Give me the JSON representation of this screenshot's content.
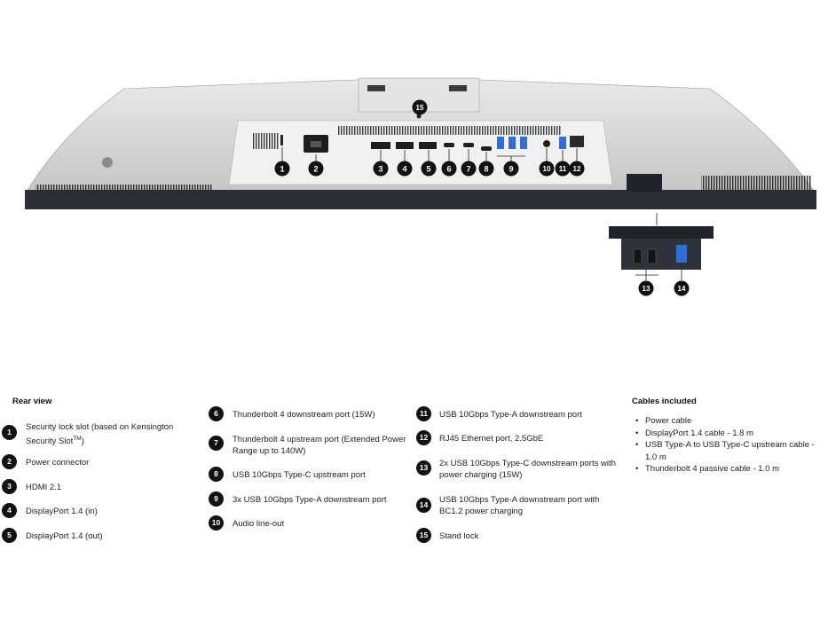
{
  "callouts": {
    "c1": "1",
    "c2": "2",
    "c3": "3",
    "c4": "4",
    "c5": "5",
    "c6": "6",
    "c7": "7",
    "c8": "8",
    "c9": "9",
    "c10": "10",
    "c11": "11",
    "c12": "12",
    "c13": "13",
    "c14": "14",
    "c15": "15"
  },
  "rear_view": {
    "title": "Rear view",
    "items": [
      {
        "num": "1",
        "label": "Security lock slot (based on Kensington Security Slot",
        "sup": "TM",
        "tail": ")"
      },
      {
        "num": "2",
        "label": "Power connector"
      },
      {
        "num": "3",
        "label": "HDMI 2.1"
      },
      {
        "num": "4",
        "label": "DisplayPort 1.4 (in)"
      },
      {
        "num": "5",
        "label": "DisplayPort 1.4 (out)"
      },
      {
        "num": "6",
        "label": "Thunderbolt 4 downstream port (15W)"
      },
      {
        "num": "7",
        "label": "Thunderbolt 4 upstream port (Extended Power Range up to 140W)"
      },
      {
        "num": "8",
        "label": "USB 10Gbps Type-C upstream port"
      },
      {
        "num": "9",
        "label": "3x USB 10Gbps Type-A downstream port"
      },
      {
        "num": "10",
        "label": "Audio line-out"
      },
      {
        "num": "11",
        "label": "USB 10Gbps Type-A downstream port"
      },
      {
        "num": "12",
        "label": "RJ45 Ethernet port, 2.5GbE"
      },
      {
        "num": "13",
        "label": "2x USB 10Gbps Type-C downstream ports with power charging (15W)"
      },
      {
        "num": "14",
        "label": "USB 10Gbps Type-A downstream port with BC1.2 power charging"
      },
      {
        "num": "15",
        "label": "Stand lock"
      }
    ]
  },
  "cables": {
    "title": "Cables included",
    "items": [
      "Power cable",
      "DisplayPort 1.4 cable - 1.8 m",
      "USB Type-A to USB Type-C upstream cable - 1.0 m",
      "Thunderbolt 4 passive cable - 1.0 m"
    ]
  },
  "colors": {
    "body": "#c9c9cb",
    "panel": "#2b2f38",
    "callout": "#111111",
    "port_blue": "#2d6fd6"
  }
}
